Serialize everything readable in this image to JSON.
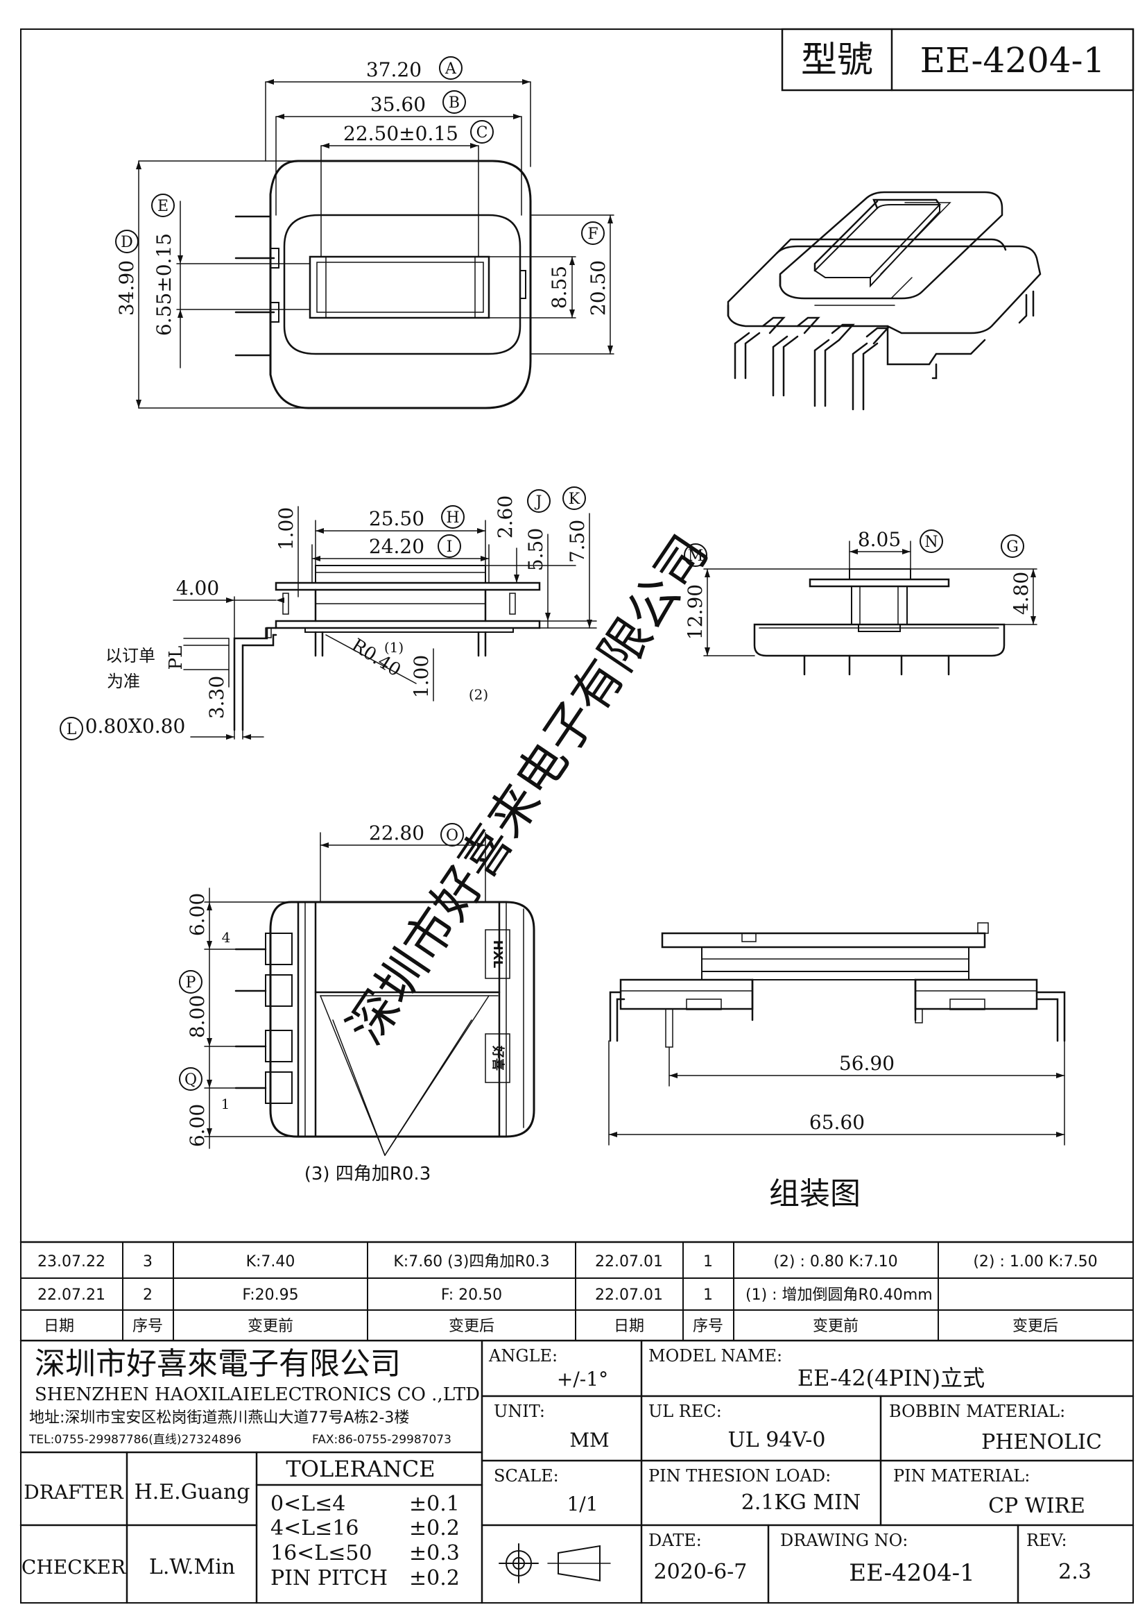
{
  "title_block": {
    "label": "型號",
    "part_number": "EE-4204-1"
  },
  "dimensions": {
    "top_view": {
      "A": "37.20",
      "B": "35.60",
      "C": "22.50±0.15",
      "D": "34.90",
      "E": "6.55±0.15",
      "F": "20.50",
      "inner": "8.55",
      "circles": [
        "A",
        "B",
        "C",
        "D",
        "E",
        "F"
      ]
    },
    "side_view": {
      "H": "25.50",
      "I": "24.20",
      "J": "2.60",
      "K": "5.50",
      "K2": "7.50",
      "top_gap": "1.00",
      "left": "4.00",
      "radius": "R0.40",
      "note1": "(1)",
      "lower": "1.00",
      "note2": "(2)",
      "pin_h": "3.30",
      "pin_sq": "0.80X0.80",
      "pl_label": "PL",
      "order_note_1": "以订单",
      "order_note_2": "为准",
      "circles": [
        "H",
        "I",
        "J",
        "K",
        "L"
      ]
    },
    "front_view": {
      "N": "8.05",
      "M": "12.90",
      "G": "4.80",
      "circles": [
        "M",
        "N",
        "G"
      ]
    },
    "bottom_view": {
      "O": "22.80",
      "P1": "6.00",
      "P": "8.00",
      "Q": "6.00",
      "pin4": "4",
      "pin1": "1",
      "mark1": "HXL",
      "mark2": "好喜",
      "corner_note": "(3) 四角加R0.3",
      "circles": [
        "O",
        "P",
        "Q"
      ]
    },
    "assembly_view": {
      "w1": "56.90",
      "w2": "65.60",
      "label": "组装图"
    },
    "watermark": "深圳市好喜来电子有限公司"
  },
  "revision_table": {
    "rows": [
      [
        "23.07.22",
        "3",
        "K:7.40",
        "K:7.60 (3)四角加R0.3",
        "22.07.01",
        "1",
        "(2) : 0.80  K:7.10",
        "(2) : 1.00  K:7.50"
      ],
      [
        "22.07.21",
        "2",
        "F:20.95",
        "F: 20.50",
        "22.07.01",
        "1",
        "(1) : 增加倒圆角R0.40mm",
        ""
      ]
    ],
    "headers": [
      "日期",
      "序号",
      "变更前",
      "变更后",
      "日期",
      "序号",
      "变更前",
      "变更后"
    ]
  },
  "company": {
    "name_cn": "深圳市好喜來電子有限公司",
    "name_en": "SHENZHEN HAOXILAIELECTRONICS CO .,LTD",
    "address": "地址:深圳市宝安区松岗街道燕川燕山大道77号A栋2-3楼",
    "tel": "TEL:0755-29987786(直线)27324896",
    "fax": "FAX:86-0755-29987073"
  },
  "info": {
    "angle_label": "ANGLE:",
    "angle_value": "+/-1°",
    "model_label": "MODEL NAME:",
    "model_value": "EE-42(4PIN)立式",
    "unit_label": "UNIT:",
    "unit_value": "MM",
    "ulrec_label": "UL REC:",
    "ulrec_value": "UL 94V-0",
    "bobbin_label": "BOBBIN MATERIAL:",
    "bobbin_value": "PHENOLIC",
    "scale_label": "SCALE:",
    "scale_value": "1/1",
    "pinload_label": "PIN THESION LOAD:",
    "pinload_value": "2.1KG MIN",
    "pinmat_label": "PIN MATERIAL:",
    "pinmat_value": "CP  WIRE",
    "date_label": "DATE:",
    "date_value": "2020-6-7",
    "drawno_label": "DRAWING NO:",
    "drawno_value": "EE-4204-1",
    "rev_label": "REV:",
    "rev_value": "2.3"
  },
  "people": {
    "drafter_label": "DRAFTER",
    "drafter_value": "H.E.Guang",
    "checker_label": "CHECKER",
    "checker_value": "L.W.Min"
  },
  "tolerance": {
    "title": "TOLERANCE",
    "rows": [
      [
        "0<L≤4",
        "±0.1"
      ],
      [
        "4<L≤16",
        "±0.2"
      ],
      [
        "16<L≤50",
        "±0.3"
      ],
      [
        "PIN PITCH",
        "±0.2"
      ]
    ]
  }
}
